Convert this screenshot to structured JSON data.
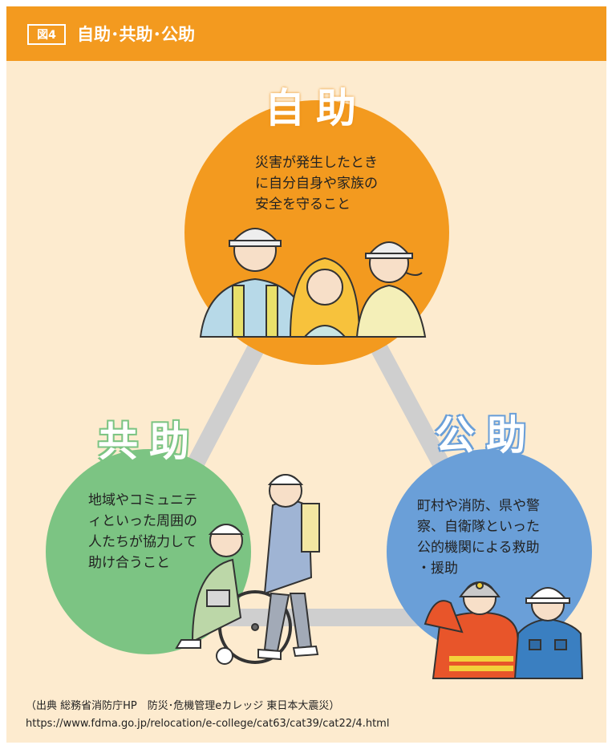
{
  "header": {
    "figure_badge": "図4",
    "title": "自助･共助･公助"
  },
  "circles": {
    "self_help": {
      "title": "自助",
      "description": "災害が発生したとき\nに自分自身や家族の\n安全を守ること",
      "color": "#f39a1f"
    },
    "mutual_help": {
      "title": "共助",
      "description": "地域やコミュニテ\nィといった周囲の\n人たちが協力して\n助け合うこと",
      "color": "#7cc483"
    },
    "public_help": {
      "title": "公助",
      "description": "町村や消防、県や警\n察、自衛隊といった\n公的機関による救助\n・援助",
      "color": "#6a9fd8"
    }
  },
  "source": {
    "line1": "（出典 総務省消防庁HP　防災･危機管理eカレッジ 東日本大震災）",
    "line2": "https://www.fdma.go.jp/relocation/e-college/cat63/cat39/cat22/4.html"
  },
  "colors": {
    "background": "#fdebcf",
    "header": "#f39a1f",
    "connector": "#cfcfcf"
  }
}
